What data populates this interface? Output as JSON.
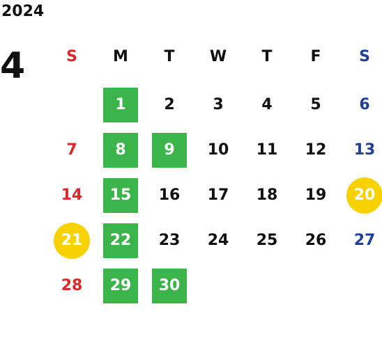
{
  "year": "2024",
  "month": "4",
  "weekdays": [
    {
      "label": "S",
      "color": "#e0262a"
    },
    {
      "label": "M",
      "color": "#111111"
    },
    {
      "label": "T",
      "color": "#111111"
    },
    {
      "label": "W",
      "color": "#111111"
    },
    {
      "label": "T",
      "color": "#111111"
    },
    {
      "label": "F",
      "color": "#111111"
    },
    {
      "label": "S",
      "color": "#1f3f9a"
    }
  ],
  "colors": {
    "sunday": "#e0262a",
    "saturday": "#1f3f9a",
    "green_highlight": "#3bb54a",
    "yellow_highlight": "#f7d100"
  },
  "days": [
    {
      "n": "1",
      "hl": "green"
    },
    {
      "n": "2",
      "hl": ""
    },
    {
      "n": "3",
      "hl": ""
    },
    {
      "n": "4",
      "hl": ""
    },
    {
      "n": "5",
      "hl": ""
    },
    {
      "n": "6",
      "hl": ""
    },
    {
      "n": "7",
      "hl": ""
    },
    {
      "n": "8",
      "hl": "green"
    },
    {
      "n": "9",
      "hl": "green"
    },
    {
      "n": "10",
      "hl": ""
    },
    {
      "n": "11",
      "hl": ""
    },
    {
      "n": "12",
      "hl": ""
    },
    {
      "n": "13",
      "hl": ""
    },
    {
      "n": "14",
      "hl": ""
    },
    {
      "n": "15",
      "hl": "green"
    },
    {
      "n": "16",
      "hl": ""
    },
    {
      "n": "17",
      "hl": ""
    },
    {
      "n": "18",
      "hl": ""
    },
    {
      "n": "19",
      "hl": ""
    },
    {
      "n": "20",
      "hl": "yellow"
    },
    {
      "n": "21",
      "hl": "yellow"
    },
    {
      "n": "22",
      "hl": "green"
    },
    {
      "n": "23",
      "hl": ""
    },
    {
      "n": "24",
      "hl": ""
    },
    {
      "n": "25",
      "hl": ""
    },
    {
      "n": "26",
      "hl": ""
    },
    {
      "n": "27",
      "hl": ""
    },
    {
      "n": "28",
      "hl": ""
    },
    {
      "n": "29",
      "hl": "green"
    },
    {
      "n": "30",
      "hl": "green"
    }
  ]
}
